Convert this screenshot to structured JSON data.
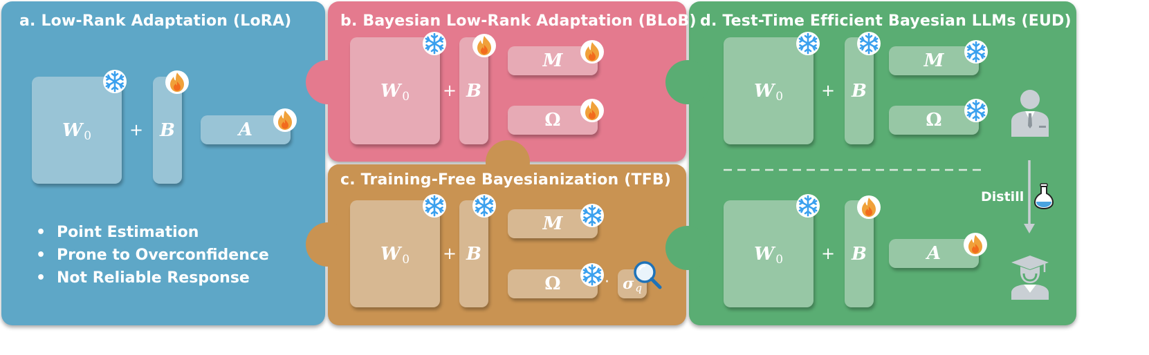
{
  "panels": {
    "a": {
      "title": "a. Low-Rank Adaptation (LoRA)",
      "color": "#5ea7c7",
      "w0_label": "W",
      "w0_sub": "0",
      "b_label": "B",
      "a_label": "A",
      "bullets": [
        "Point Estimation",
        "Prone to Overconfidence",
        "Not Reliable Response"
      ]
    },
    "b": {
      "title": "b. Bayesian Low-Rank Adaptation (BLoB)",
      "color": "#e47a8e",
      "w0_label": "W",
      "w0_sub": "0",
      "b_label": "B",
      "m_label": "M",
      "omega_label": "Ω"
    },
    "c": {
      "title": "c. Training-Free Bayesianization (TFB)",
      "color": "#c99352",
      "w0_label": "W",
      "w0_sub": "0",
      "b_label": "B",
      "m_label": "M",
      "omega_label": "Ω",
      "dot": "·",
      "sigma_label": "σ",
      "sigma_sub": "q"
    },
    "d": {
      "title": "d. Test-Time Efficient Bayesian LLMs (EUD)",
      "color": "#5aad73",
      "w0_label": "W",
      "w0_sub": "0",
      "b_label": "B",
      "m_label": "M",
      "omega_label": "Ω",
      "a_label": "A",
      "distill_label": "Distill"
    }
  },
  "plus_sign": "+",
  "icons": {
    "frozen": "snowflake-icon",
    "trainable": "flame-icon",
    "search": "magnifier-icon",
    "teacher": "teacher-icon",
    "student": "student-icon",
    "distill": "flask-icon",
    "snow_color": "#3aa0ee",
    "flame_color": "#f0a13a"
  }
}
